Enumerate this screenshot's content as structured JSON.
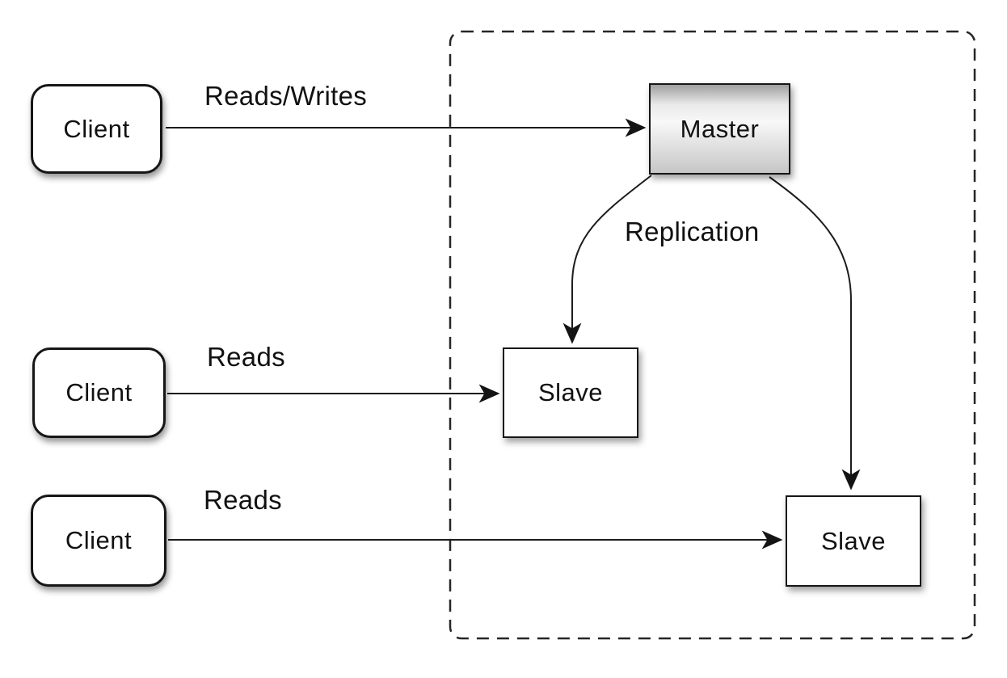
{
  "diagram_type": "master-slave-replication-diagram",
  "colors": {
    "background": "#ffffff",
    "stroke": "#1a1a1a",
    "node_fill": "#ffffff",
    "master_gradient_top": "#9f9f9f",
    "master_gradient_mid": "#f8f8f8",
    "master_gradient_bottom": "#c6c6c6",
    "text": "#111111"
  },
  "nodes": {
    "clients": [
      {
        "label": "Client"
      },
      {
        "label": "Client"
      },
      {
        "label": "Client"
      }
    ],
    "master": {
      "label": "Master"
    },
    "slaves": [
      {
        "label": "Slave"
      },
      {
        "label": "Slave"
      }
    ]
  },
  "edges": {
    "client1_to_master": {
      "label": "Reads/Writes",
      "from": "Client",
      "to": "Master"
    },
    "client2_to_slave1": {
      "label": "Reads",
      "from": "Client",
      "to": "Slave"
    },
    "client3_to_slave2": {
      "label": "Reads",
      "from": "Client",
      "to": "Slave"
    },
    "replication": {
      "label": "Replication",
      "from": "Master",
      "to": "Slave"
    }
  },
  "boundary": {
    "style": "dashed",
    "contains": [
      "Master",
      "Slave",
      "Slave"
    ]
  }
}
